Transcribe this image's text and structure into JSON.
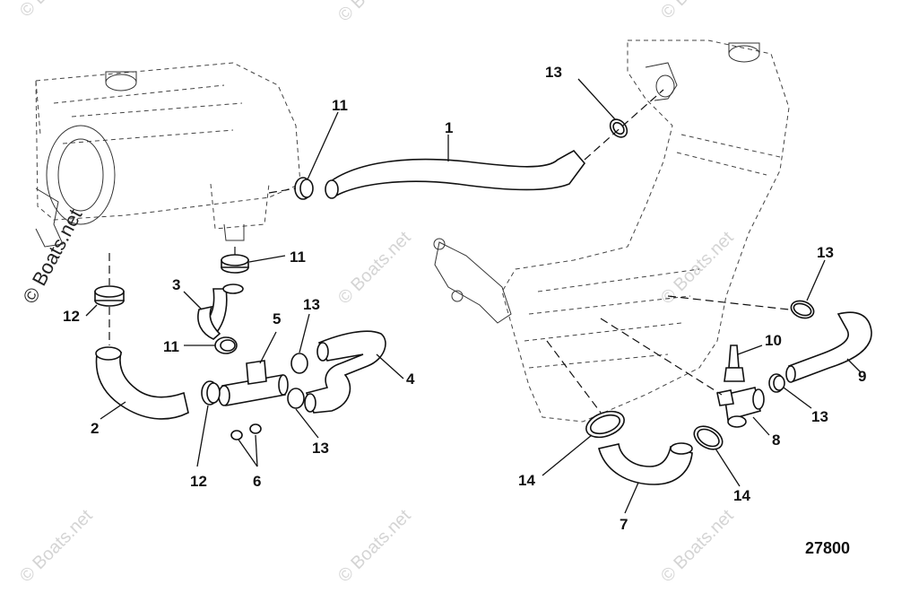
{
  "diagram": {
    "reference_number": "27800",
    "watermark_main": "© Boats.net",
    "watermark_faint": "© Boats.net",
    "callouts": [
      {
        "id": "c1",
        "label": "1"
      },
      {
        "id": "c2",
        "label": "2"
      },
      {
        "id": "c3",
        "label": "3"
      },
      {
        "id": "c4",
        "label": "4"
      },
      {
        "id": "c5",
        "label": "5"
      },
      {
        "id": "c6",
        "label": "6"
      },
      {
        "id": "c7",
        "label": "7"
      },
      {
        "id": "c8",
        "label": "8"
      },
      {
        "id": "c9",
        "label": "9"
      },
      {
        "id": "c10",
        "label": "10"
      },
      {
        "id": "c11a",
        "label": "11"
      },
      {
        "id": "c11b",
        "label": "11"
      },
      {
        "id": "c11c",
        "label": "11"
      },
      {
        "id": "c12a",
        "label": "12"
      },
      {
        "id": "c12b",
        "label": "12"
      },
      {
        "id": "c13a",
        "label": "13"
      },
      {
        "id": "c13b",
        "label": "13"
      },
      {
        "id": "c13c",
        "label": "13"
      },
      {
        "id": "c13d",
        "label": "13"
      },
      {
        "id": "c13e",
        "label": "13"
      },
      {
        "id": "c14a",
        "label": "14"
      },
      {
        "id": "c14b",
        "label": "14"
      }
    ]
  }
}
